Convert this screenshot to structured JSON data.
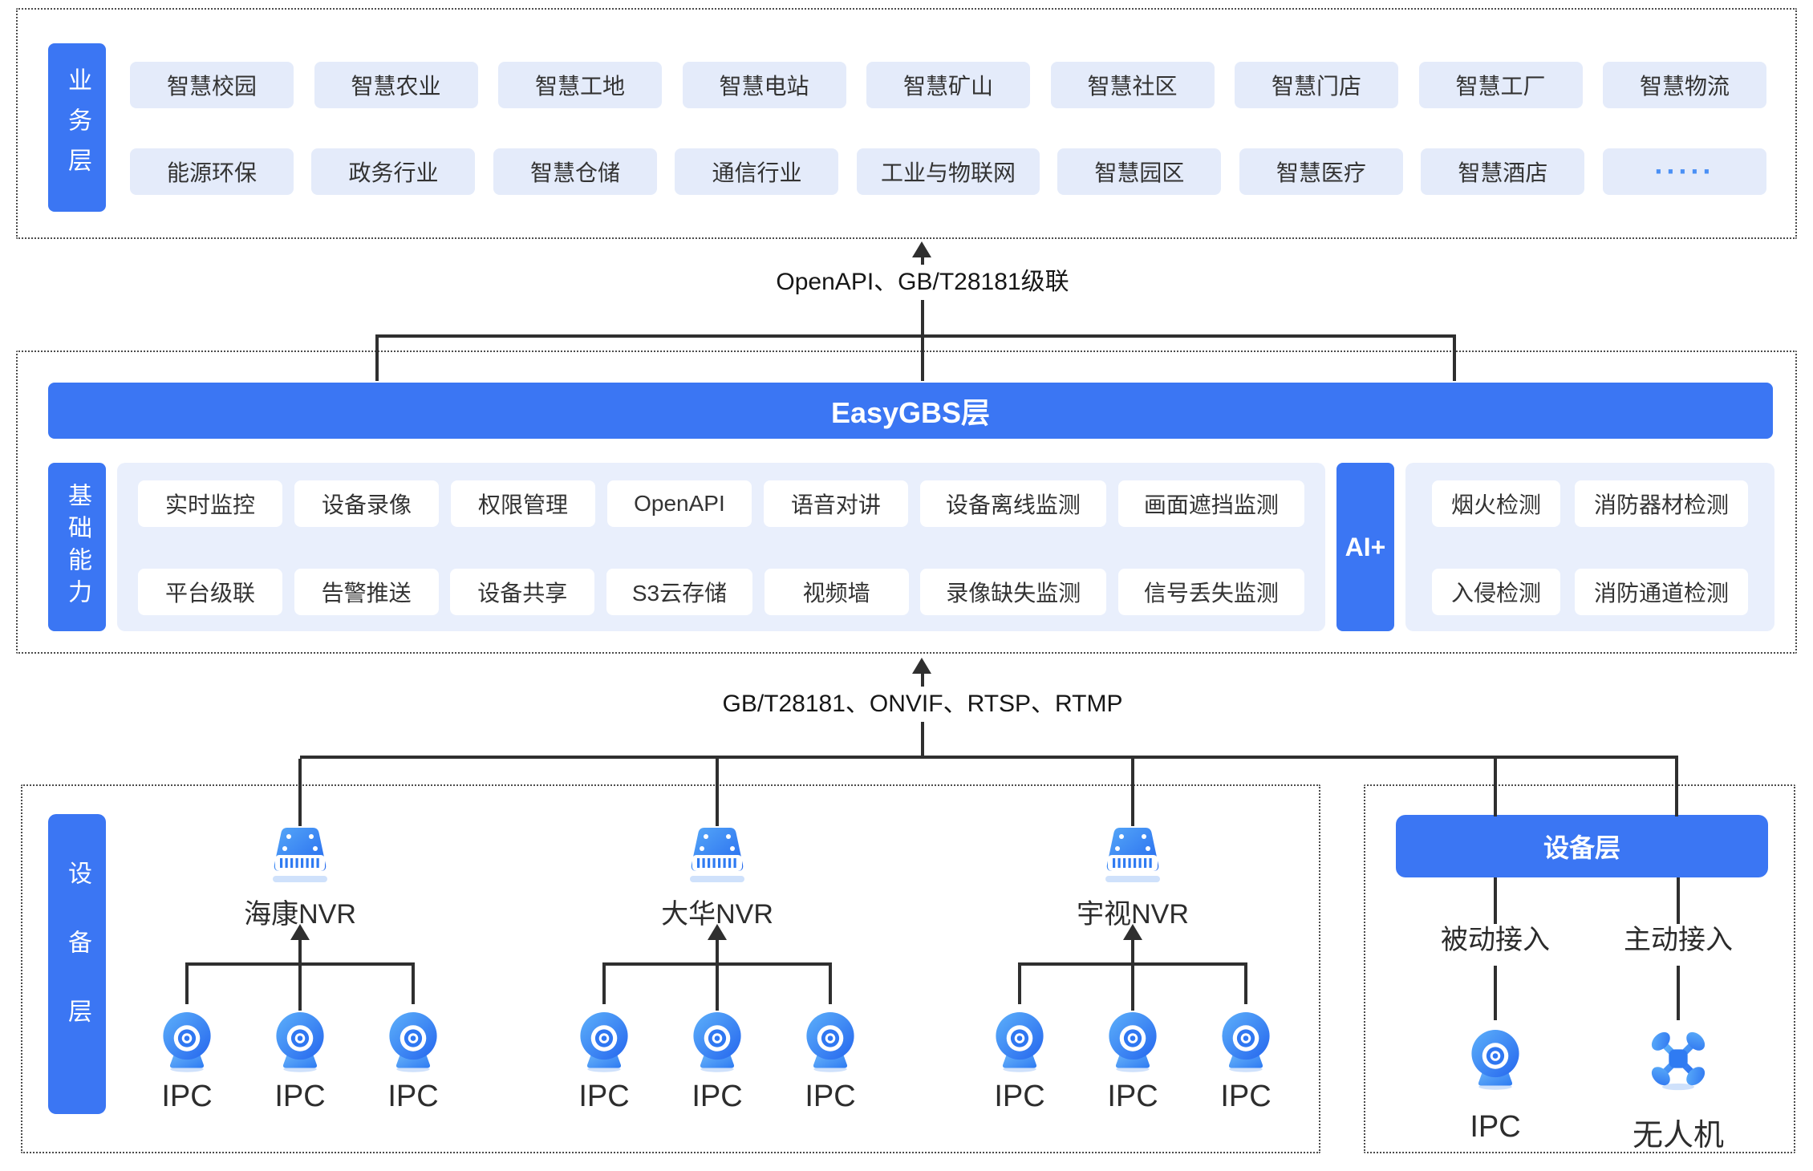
{
  "layers": {
    "business": {
      "label": "业务层",
      "row1": [
        "智慧校园",
        "智慧农业",
        "智慧工地",
        "智慧电站",
        "智慧矿山",
        "智慧社区",
        "智慧门店",
        "智慧工厂",
        "智慧物流"
      ],
      "row2": [
        "能源环保",
        "政务行业",
        "智慧仓储",
        "通信行业",
        "工业与物联网",
        "智慧园区",
        "智慧医疗",
        "智慧酒店",
        "·····"
      ]
    },
    "platform": {
      "title": "EasyGBS层",
      "capability_label": "基础能力",
      "cap_row1": [
        "实时监控",
        "设备录像",
        "权限管理",
        "OpenAPI",
        "语音对讲",
        "设备离线监测",
        "画面遮挡监测"
      ],
      "cap_row2": [
        "平台级联",
        "告警推送",
        "设备共享",
        "S3云存储",
        "视频墙",
        "录像缺失监测",
        "信号丢失监测"
      ],
      "ai_label": "AI+",
      "ai_row1": [
        "烟火检测",
        "消防器材检测"
      ],
      "ai_row2": [
        "入侵检测",
        "消防通道检测"
      ]
    },
    "devices": {
      "label": "设备层",
      "nvr_groups": [
        {
          "name": "海康NVR",
          "ipcs": [
            "IPC",
            "IPC",
            "IPC"
          ]
        },
        {
          "name": "大华NVR",
          "ipcs": [
            "IPC",
            "IPC",
            "IPC"
          ]
        },
        {
          "name": "宇视NVR",
          "ipcs": [
            "IPC",
            "IPC",
            "IPC"
          ]
        }
      ],
      "right_panel": {
        "title": "设备层",
        "passive_label": "被动接入",
        "active_label": "主动接入",
        "ipc_label": "IPC",
        "drone_label": "无人机"
      }
    }
  },
  "connectors": {
    "top_label": "OpenAPI、GB/T28181级联",
    "bottom_label": "GB/T28181、ONVIF、RTSP、RTMP"
  },
  "colors": {
    "accent_blue": "#3b76f3",
    "chip_bg": "#e4ebfa",
    "panel_bg": "#e9effc",
    "line": "#2f2f2f",
    "dots": "#4a90f5"
  }
}
